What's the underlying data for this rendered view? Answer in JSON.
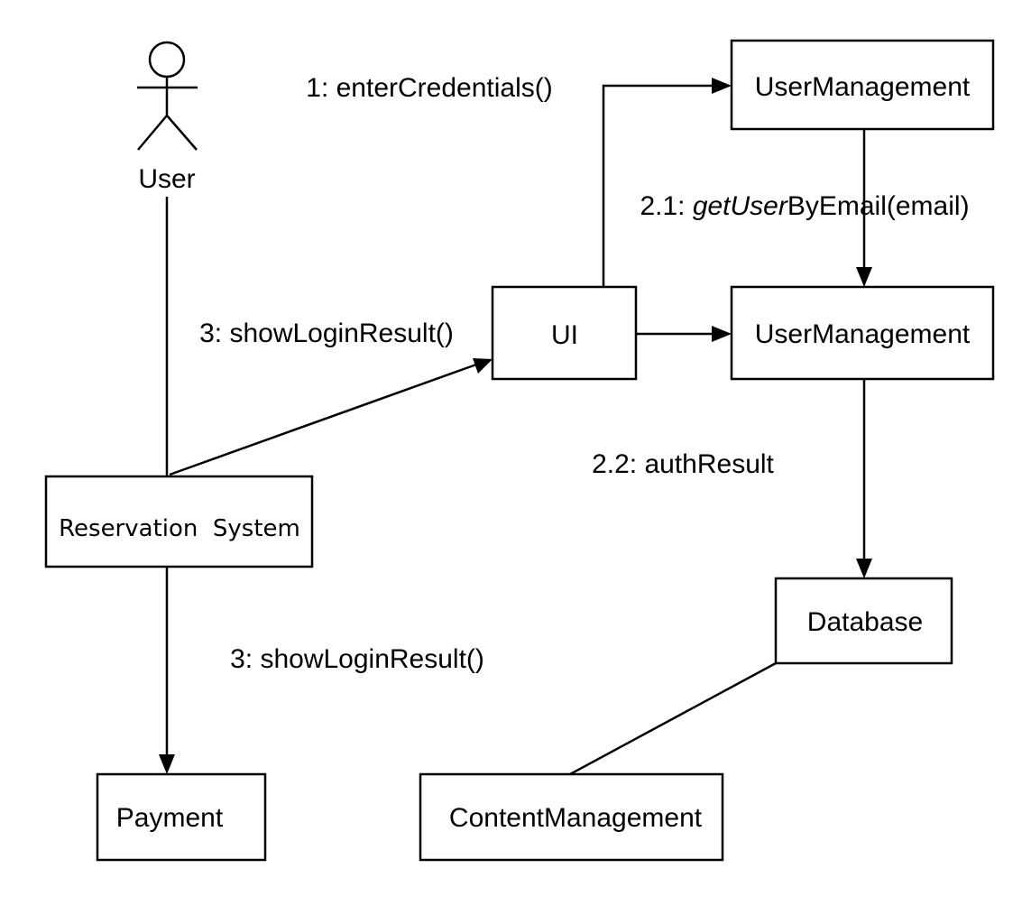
{
  "actor": {
    "name": "User"
  },
  "objects": {
    "user_management_top": "UserManagement",
    "user_management_mid": "UserManagement",
    "ui": "UI",
    "reservation_system": "Reservation  System",
    "database": "Database",
    "payment": "Payment",
    "content_management": "ContentManagement"
  },
  "messages": {
    "m1": "1: enterCredentials()",
    "m21_prefix": "2.1: ",
    "m21_italic": "getUser",
    "m21_suffix": "ByEmail(email)",
    "m3_upper": "3: showLoginResult()",
    "m22": "2.2: authResult",
    "m3_lower": "3: showLoginResult()"
  }
}
